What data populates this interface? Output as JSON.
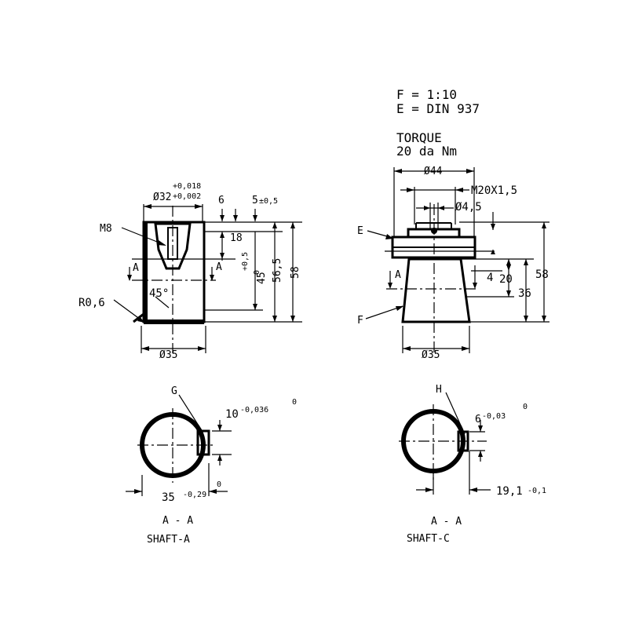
{
  "header": {
    "scale": "F = 1:10",
    "standard": "E = DIN 937",
    "torque_label": "TORQUE",
    "torque_value": "20 da Nm"
  },
  "shaft_a": {
    "dia_top_tol_upper": "+0,018",
    "dia_top": "Ø32",
    "dia_top_tol_lower": "+0,002",
    "dim_6": "6",
    "dim_5": "5",
    "dim_5_tol": "±0,5",
    "thread": "M8",
    "dim_18": "18",
    "tol_plus05": "+0,5",
    "tol_0": "0",
    "dim_45": "45",
    "dim_565": "56,5",
    "dim_58": "58",
    "section_a_left": "A",
    "section_a_right": "A",
    "angle": "45°",
    "radius": "R0,6",
    "dia_bottom": "Ø35",
    "section_marker": "G",
    "key_width": "10",
    "key_width_tol_upper": "-0,036",
    "key_width_tol_lower": "0",
    "section_dia": "35",
    "section_dia_tol_upper": "-0,29",
    "section_dia_tol_lower": "0",
    "section_title": "A - A",
    "name": "SHAFT-A"
  },
  "shaft_c": {
    "dia_top": "Ø44",
    "thread": "M20X1,5",
    "dia_hole": "Ø4,5",
    "label_e": "E",
    "label_f": "F",
    "section_a": "A",
    "dim_58": "58",
    "dim_4": "4",
    "dim_20": "20",
    "dim_36": "36",
    "dia_bottom": "Ø35",
    "section_marker": "H",
    "key_width": "6",
    "key_width_tol_upper": "-0,03",
    "key_width_tol_lower": "0",
    "flat_dim": "19,1",
    "flat_dim_tol": "-0,1",
    "section_title": "A - A",
    "name": "SHAFT-C"
  }
}
